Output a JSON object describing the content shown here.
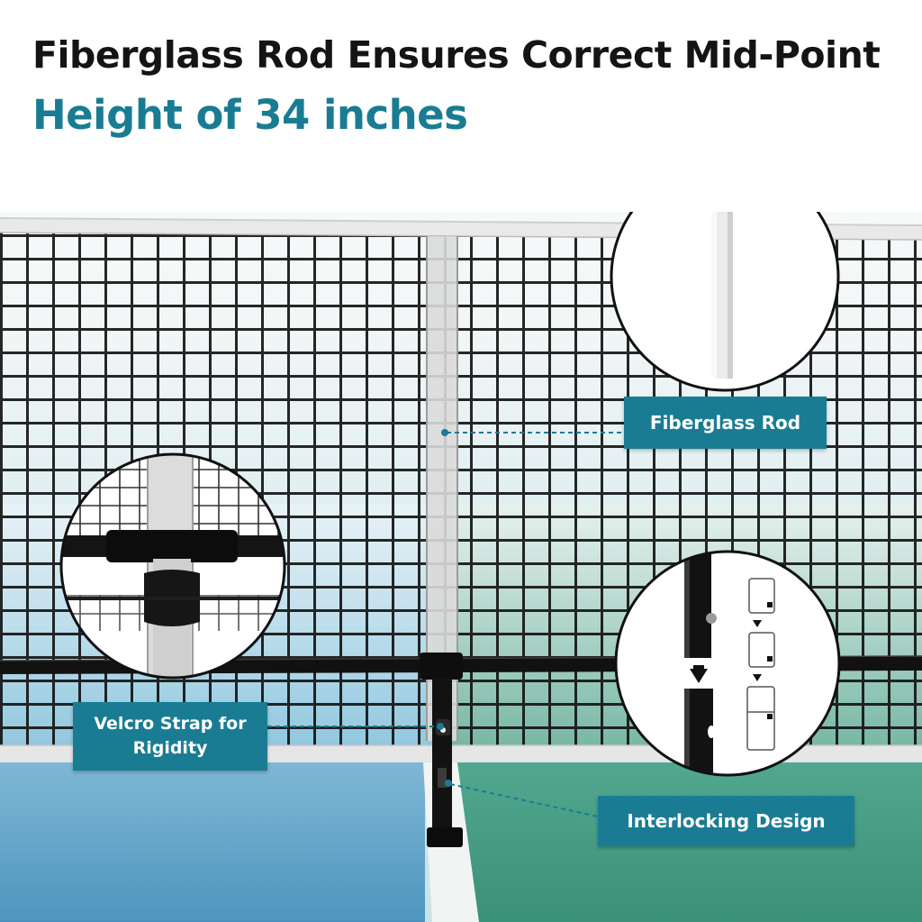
{
  "headline": {
    "line1": "Fiberglass Rod Ensures Correct Mid-Point",
    "line2": "Height of 34 inches"
  },
  "callouts": {
    "fiberglass_rod": "Fiberglass Rod",
    "velcro_strap": "Velcro Strap for Rigidity",
    "interlocking": "Interlocking Design"
  },
  "colors": {
    "accent": "#1a7c93",
    "headline_text": "#141414",
    "court_left": "#5b9fc4",
    "court_right": "#3f9a80",
    "net": "#151515"
  }
}
